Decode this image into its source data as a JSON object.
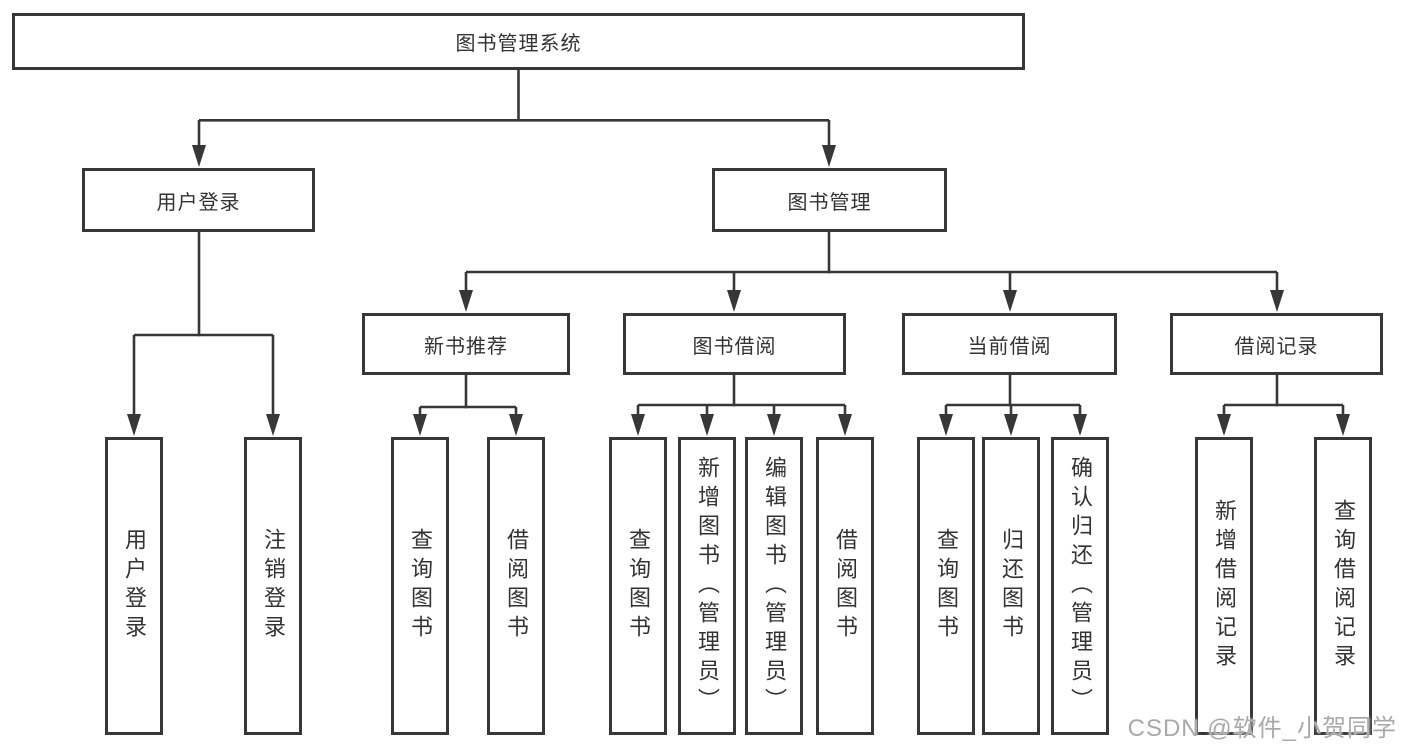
{
  "diagram": {
    "root": {
      "label": "图书管理系统"
    },
    "level2": [
      {
        "label": "用户登录"
      },
      {
        "label": "图书管理"
      }
    ],
    "level3": [
      {
        "label": "新书推荐"
      },
      {
        "label": "图书借阅"
      },
      {
        "label": "当前借阅"
      },
      {
        "label": "借阅记录"
      }
    ],
    "leaves": [
      "用户登录",
      "注销登录",
      "查询图书",
      "借阅图书",
      "查询图书",
      "新增图书（管理员）",
      "编辑图书（管理员）",
      "借阅图书",
      "查询图书",
      "归还图书",
      "确认归还（管理员）",
      "新增借阅记录",
      "查询借阅记录"
    ]
  },
  "watermark": "CSDN @软件_小贺同学",
  "colors": {
    "line": "#373737",
    "text": "#333333",
    "watermark": "#a9a9a9"
  }
}
